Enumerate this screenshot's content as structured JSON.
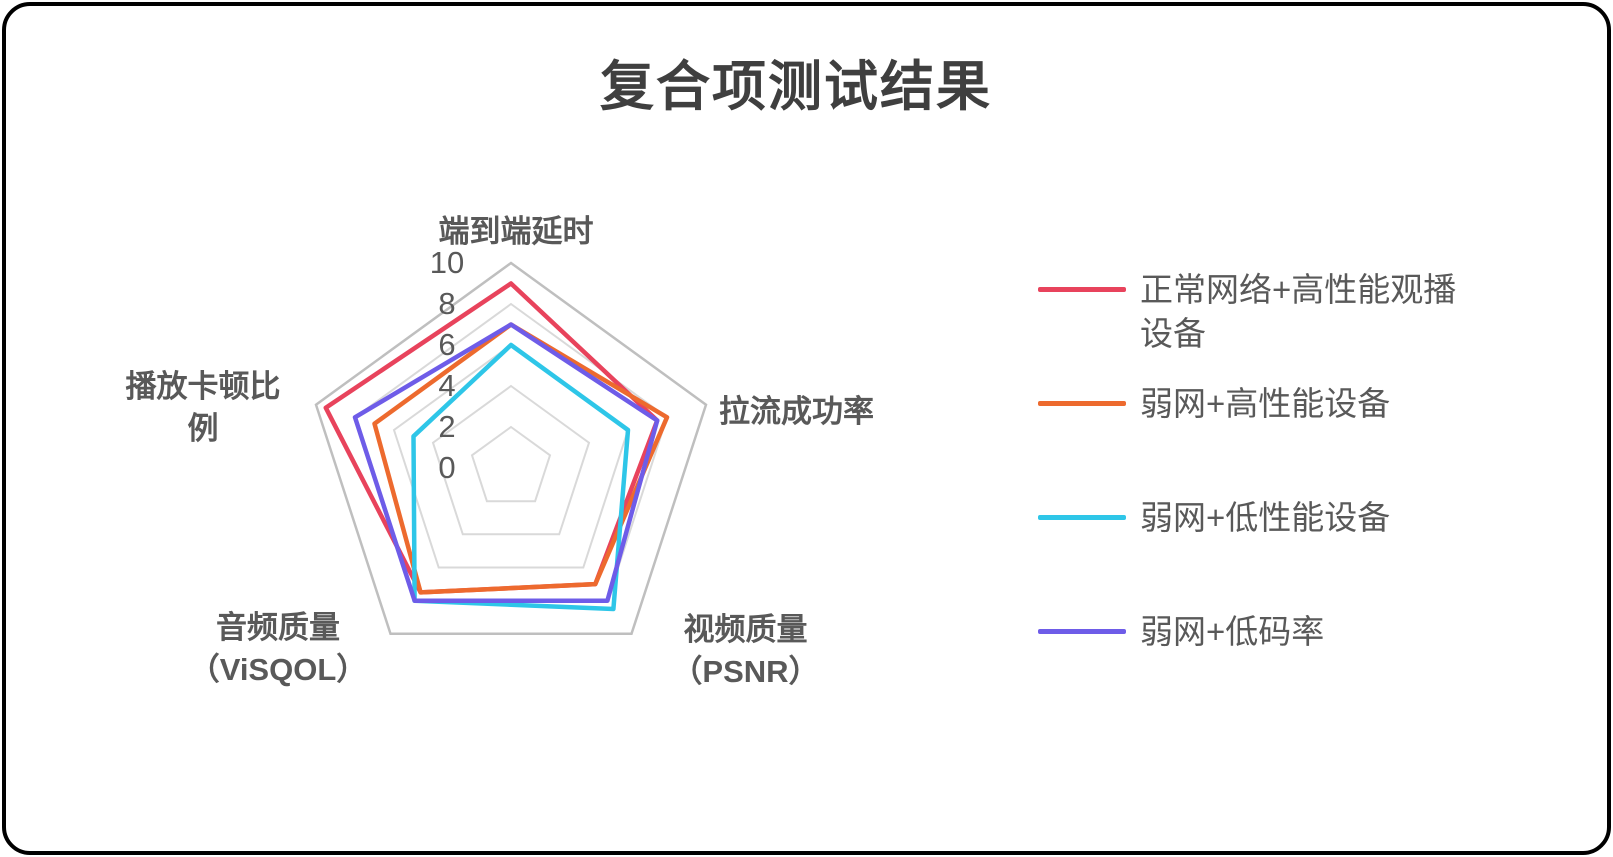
{
  "title": "复合项测试结果",
  "chart_data": {
    "type": "radar",
    "title": "复合项测试结果",
    "categories": [
      "端到端延时",
      "拉流成功率",
      "视频质量（PSNR）",
      "音频质量（ViSQOL）",
      "播放卡顿比例"
    ],
    "axis_labels_display": [
      "端到端延时",
      "拉流成功率",
      "视频质量\n（PSNR）",
      "音频质量\n（ViSQOL）",
      "播放卡顿比\n例"
    ],
    "radial_ticks": [
      "10",
      "8",
      "6",
      "4",
      "2",
      "0"
    ],
    "rmin": 0,
    "rmax": 10,
    "grid_levels": [
      2,
      4,
      6,
      8,
      10
    ],
    "grid": true,
    "legend_position": "right",
    "series": [
      {
        "name": "正常网络+高性能观播设备",
        "color": "#E8435C",
        "values": [
          9,
          7.5,
          7,
          7.5,
          9.5
        ]
      },
      {
        "name": "弱网+高性能设备",
        "color": "#ED6A2E",
        "values": [
          7,
          8,
          7,
          7.5,
          7
        ]
      },
      {
        "name": "弱网+低性能设备",
        "color": "#2EC6E8",
        "values": [
          6,
          6,
          8.5,
          8,
          5
        ]
      },
      {
        "name": "弱网+低码率",
        "color": "#6E5CE8",
        "values": [
          7,
          7.5,
          8,
          8,
          8
        ]
      }
    ]
  },
  "colors": {
    "grid": "#D9D9D9",
    "grid_outer": "#BFBFBF",
    "text": "#595959",
    "title": "#3F3F3F"
  }
}
